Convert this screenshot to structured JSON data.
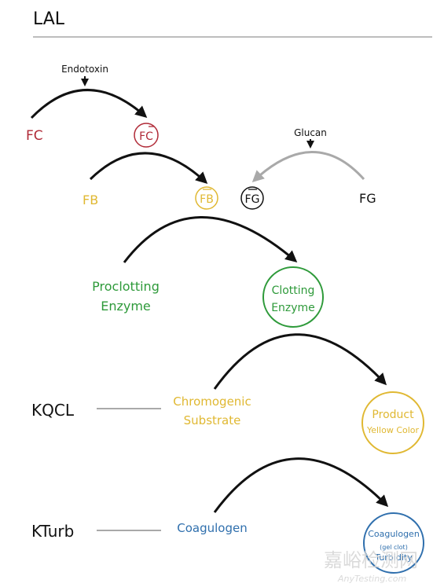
{
  "title": "LAL",
  "colors": {
    "red": "#b02a37",
    "yellow": "#e0b832",
    "green": "#2e9a3a",
    "blue": "#2f6fad",
    "black": "#111111",
    "gray": "#a9a9a9",
    "watermark": "#d4d4d4"
  },
  "nodes": {
    "fc": "FC",
    "fc_active": "FC",
    "fb": "FB",
    "fb_active": "FB",
    "fg_active": "FG",
    "fg": "FG",
    "proclotting_line1": "Proclotting",
    "proclotting_line2": "Enzyme",
    "clotting_line1": "Clotting",
    "clotting_line2": "Enzyme",
    "chromogenic_line1": "Chromogenic",
    "chromogenic_line2": "Substrate",
    "product_line1": "Product",
    "product_line2": "Yellow Color",
    "coagulogen": "Coagulogen",
    "coag_out_line1": "Coagulogen",
    "coag_out_line2": "(gel clot)",
    "coag_out_line3": "Turbidity"
  },
  "triggers": {
    "endotoxin": "Endotoxin",
    "glucan": "Glucan"
  },
  "methods": {
    "kqcl": "KQCL",
    "kturb": "KTurb"
  },
  "watermark": {
    "cn": "嘉峪检测网",
    "en": "AnyTesting.com"
  }
}
